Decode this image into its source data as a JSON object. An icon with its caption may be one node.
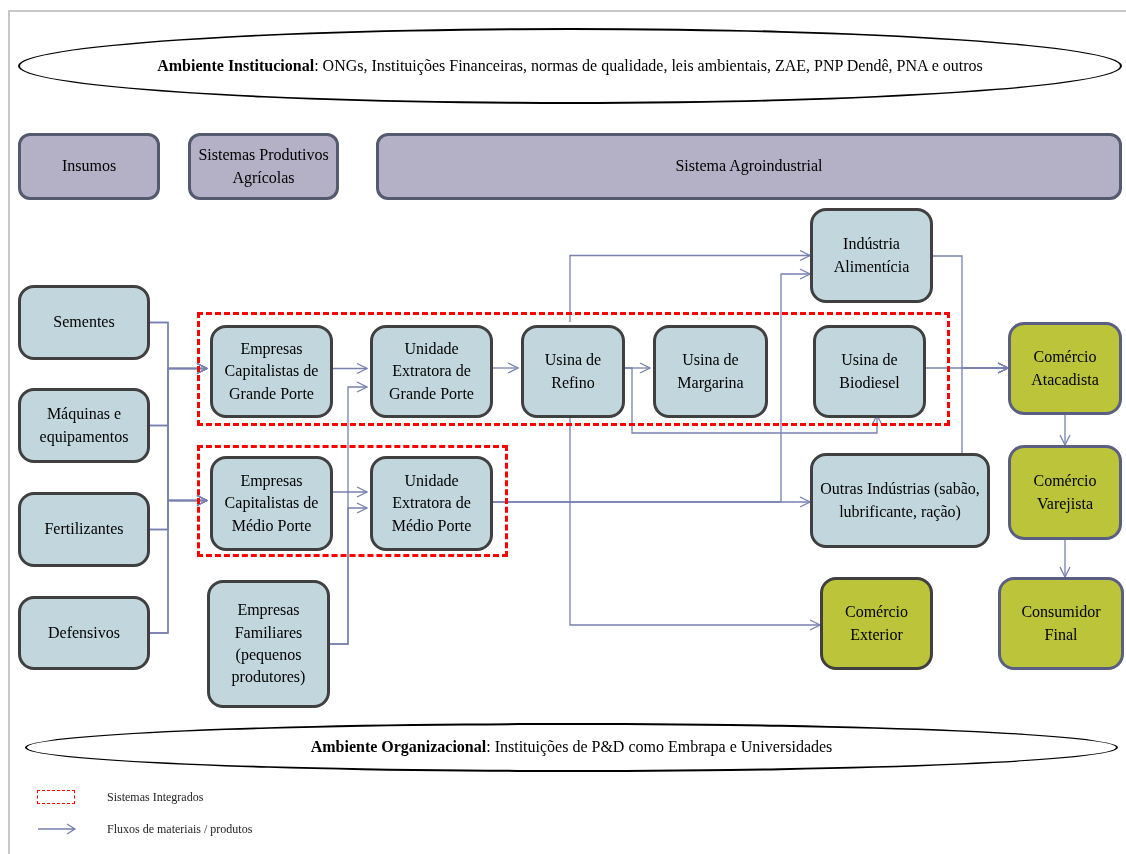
{
  "diagram": {
    "nodes": [
      {
        "text": [
          "**Ambiente Institucional**: ONGs, Instituições Financeiras, normas de qualidade, leis ambientais, ZAE, PNP Dendê, PNA e outros"
        ]
      },
      {
        "text": [
          "Insumos"
        ]
      },
      {
        "text": [
          "Sistemas Produtivos Agrícolas"
        ]
      },
      {
        "text": [
          "Sistema Agroindustrial"
        ]
      },
      {
        "text": [
          "Sementes"
        ]
      },
      {
        "text": [
          "Máquinas e equipamentos"
        ]
      },
      {
        "text": [
          "Fertilizantes"
        ]
      },
      {
        "text": [
          "Defensivos"
        ]
      },
      {
        "text": [],
        "shape": "box"
      },
      {
        "text": [
          "Empresas Capitalistas de Grande Porte"
        ],
        "in": 8
      },
      {
        "text": [
          "Unidade Extratora de Grande Porte"
        ],
        "in": 8
      },
      {
        "text": [
          "Usina de Refino"
        ],
        "in": 8
      },
      {
        "text": [
          "Usina de Margarina"
        ],
        "in": 8
      },
      {
        "text": [
          "Usina de Biodiesel"
        ],
        "in": 8
      },
      {
        "text": [],
        "shape": "box"
      },
      {
        "text": [
          "Empresas Capitalistas de Médio Porte"
        ],
        "in": 14
      },
      {
        "text": [
          "Unidade Extratora de Médio Porte"
        ],
        "in": 14
      },
      {
        "text": [
          "Empresas Familiares (pequenos produtores)"
        ]
      },
      {
        "text": [
          "Indústria Alimentícia"
        ]
      },
      {
        "text": [
          "Outras Indústrias (sabão, lubrificante, ração)"
        ]
      },
      {
        "text": [
          "Comércio Exterior"
        ]
      },
      {
        "text": [
          "Comércio Atacadista"
        ]
      },
      {
        "text": [
          "Comércio Varejista"
        ]
      },
      {
        "text": [
          "Consumidor Final"
        ]
      },
      {
        "text": [
          "**Ambiente Organizacional**: Instituições de P&D  como Embrapa e Universidades"
        ]
      }
    ],
    "edges": [
      {
        "from": 4,
        "to": 9,
        "arrow": "to"
      },
      {
        "from": 5,
        "to": 9,
        "arrow": "to"
      },
      {
        "from": 6,
        "to": 9,
        "arrow": "to"
      },
      {
        "from": 7,
        "to": 9,
        "arrow": "to"
      },
      {
        "from": 4,
        "to": 15,
        "arrow": "to"
      },
      {
        "from": 5,
        "to": 15,
        "arrow": "to"
      },
      {
        "from": 6,
        "to": 15,
        "arrow": "to"
      },
      {
        "from": 7,
        "to": 15,
        "arrow": "to"
      },
      {
        "from": 9,
        "to": 10,
        "arrow": "to"
      },
      {
        "from": 17,
        "to": 10,
        "arrow": "to"
      },
      {
        "from": 15,
        "to": 16,
        "arrow": "to"
      },
      {
        "from": 17,
        "to": 16,
        "arrow": "to"
      },
      {
        "from": 10,
        "to": 11,
        "arrow": "to"
      },
      {
        "from": 11,
        "to": 12,
        "arrow": "to"
      },
      {
        "from": 11,
        "to": 13,
        "arrow": "to"
      },
      {
        "from": 11,
        "to": 18,
        "arrow": "to"
      },
      {
        "from": 11,
        "to": 20,
        "arrow": "to"
      },
      {
        "from": 16,
        "to": 19,
        "arrow": "to"
      },
      {
        "from": 16,
        "to": 18,
        "arrow": "to"
      },
      {
        "from": 13,
        "to": 21,
        "arrow": "to"
      },
      {
        "from": 18,
        "to": 21,
        "arrow": "to"
      },
      {
        "from": 19,
        "to": 21,
        "arrow": "to"
      },
      {
        "from": 21,
        "to": 22,
        "arrow": "to"
      },
      {
        "from": 22,
        "to": 23,
        "arrow": "to"
      }
    ],
    "legend": [
      {
        "text": "Sistemas Integrados"
      },
      {
        "text": "Fluxos de materiais / produtos"
      }
    ]
  }
}
